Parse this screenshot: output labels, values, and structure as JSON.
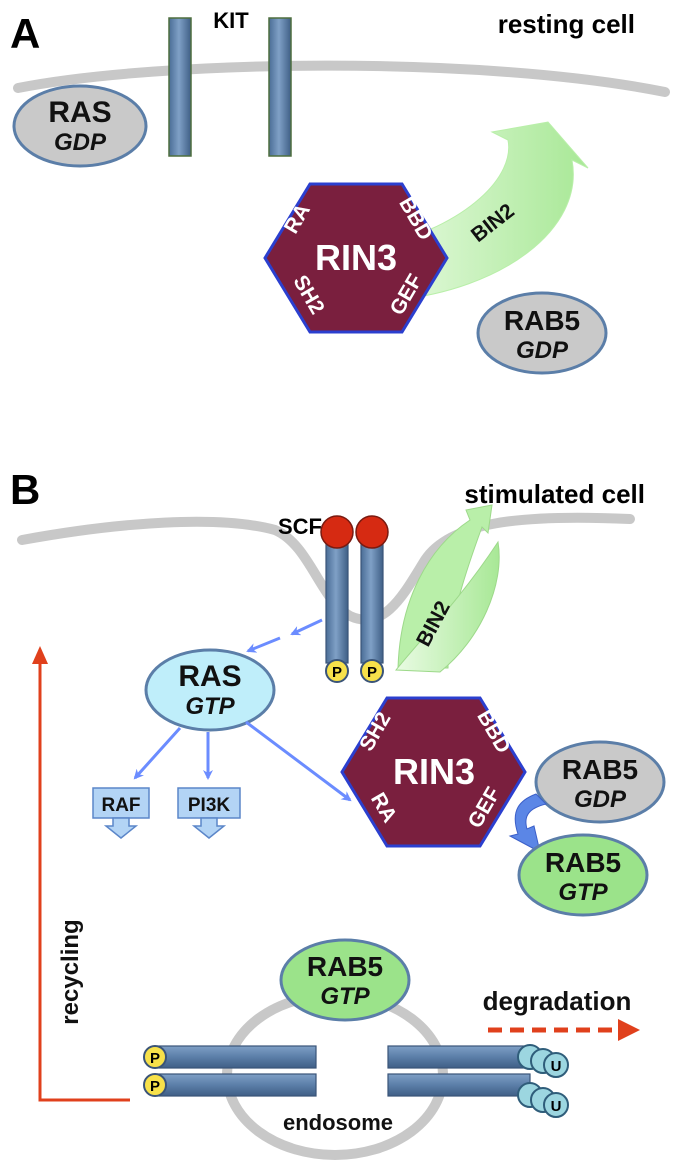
{
  "panel_a": {
    "letter": "A",
    "cell_label": "resting cell",
    "receptor_label": "KIT",
    "ras": {
      "name": "RAS",
      "state": "GDP"
    },
    "bin2": "BIN2",
    "rin3": {
      "name": "RIN3",
      "domain_ra": "RA",
      "domain_bbd": "BBD",
      "domain_sh2": "SH2",
      "domain_gef": "GEF"
    },
    "rab5": {
      "name": "RAB5",
      "state": "GDP"
    }
  },
  "panel_b": {
    "letter": "B",
    "cell_label": "stimulated cell",
    "ligand_label": "SCF",
    "bin2": "BIN2",
    "phospho": "P",
    "ras": {
      "name": "RAS",
      "state": "GTP"
    },
    "effectors": [
      "RAF",
      "PI3K"
    ],
    "rin3": {
      "name": "RIN3",
      "domain_sh2": "SH2",
      "domain_bbd": "BBD",
      "domain_ra": "RA",
      "domain_gef": "GEF"
    },
    "rab5_gdp": {
      "name": "RAB5",
      "state": "GDP"
    },
    "rab5_gtp": {
      "name": "RAB5",
      "state": "GTP"
    },
    "endosome_rab5": {
      "name": "RAB5",
      "state": "GTP"
    },
    "recycling": "recycling",
    "degradation": "degradation",
    "endosome": "endosome",
    "ubiquitin": "U"
  },
  "colors": {
    "membrane": "#c8c8c8",
    "receptor": "#5b7ea8",
    "rin3": "#7a1f3e",
    "rin3_border": "#2b3fcf",
    "ras_gdp": "#c9c9c9",
    "ras_gtp": "#bfeefa",
    "rab5_gtp": "#9be38a",
    "bin2": "#b9efa9",
    "arrow_blue": "#6b8cff",
    "arrow_red": "#e0401c",
    "scf": "#d62a12",
    "phospho": "#f7e14a",
    "ubiquitin": "#9cd6e0"
  }
}
